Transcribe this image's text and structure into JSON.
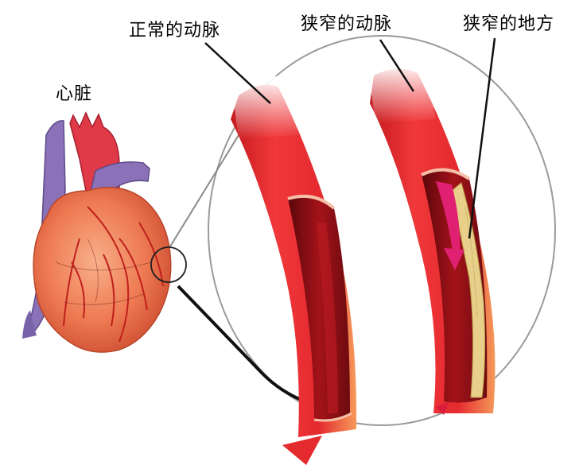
{
  "labels": {
    "heart": "心脏",
    "normal_artery": "正常的动脉",
    "narrowed_artery": "狭窄的动脉",
    "narrowed_place": "狭窄的地方"
  },
  "colors": {
    "artery_red": "#e5262c",
    "artery_dark": "#b3151c",
    "lumen_dark": "#6e0b10",
    "plaque": "#e8d08a",
    "heart_orange": "#ee7a52",
    "vein_purple": "#8b72b8",
    "aorta_red": "#e03a48"
  }
}
